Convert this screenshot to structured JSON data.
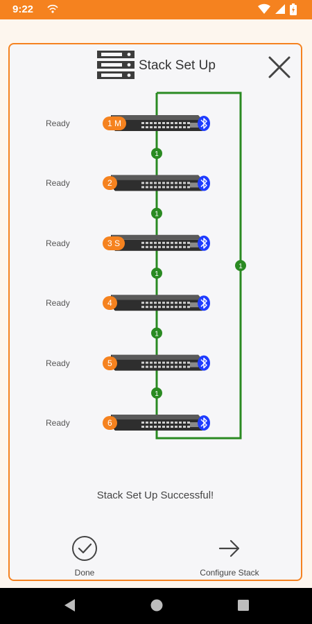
{
  "status_bar": {
    "time": "9:22",
    "icons": [
      "notification-icon",
      "wifi-icon",
      "signal-icon",
      "battery-icon"
    ]
  },
  "dialog": {
    "title": "Stack Set Up",
    "success_message": "Stack Set Up Successful!",
    "actions": {
      "done_label": "Done",
      "configure_label": "Configure Stack"
    }
  },
  "stack": {
    "members": [
      {
        "badge": "1 M",
        "status": "Ready"
      },
      {
        "badge": "2",
        "status": "Ready"
      },
      {
        "badge": "3 S",
        "status": "Ready"
      },
      {
        "badge": "4",
        "status": "Ready"
      },
      {
        "badge": "5",
        "status": "Ready"
      },
      {
        "badge": "6",
        "status": "Ready"
      }
    ],
    "link_labels": [
      "1",
      "1",
      "1",
      "1",
      "1"
    ],
    "loop_link_label": "1"
  },
  "colors": {
    "accent": "#f5821f",
    "link": "#2a8a22",
    "bluetooth": "#1e3cff"
  },
  "nav_bar": {
    "icons": [
      "back-icon",
      "home-icon",
      "recents-icon"
    ]
  }
}
